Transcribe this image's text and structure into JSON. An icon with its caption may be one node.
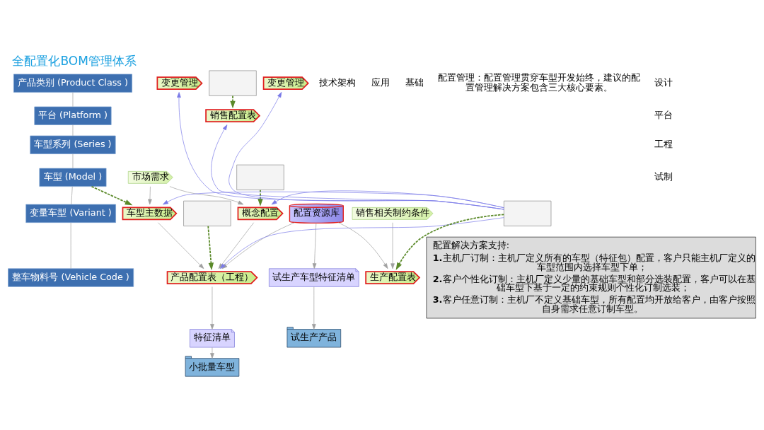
{
  "diagram": {
    "title": "全配置化BOM管理体系",
    "nodes": [
      {
        "text": [
          "市场需求"
        ]
      },
      {
        "text": [
          "概念配置"
        ]
      },
      {
        "text": [
          "车型主数据"
        ]
      },
      {
        "text": [
          "产品配置表（工程）"
        ]
      },
      {
        "text": [
          "销售相关制约条件"
        ]
      },
      {
        "text": [
          "变更管理"
        ]
      },
      {
        "text": [
          "销售配置表"
        ]
      },
      {
        "text": [
          "特征清单"
        ]
      },
      {
        "text": [
          "小批量车型"
        ]
      },
      {
        "text": [
          "生产配置表"
        ]
      },
      {
        "text": [
          "变更管理"
        ]
      },
      {
        "text": [
          "试生产车型特征清单"
        ]
      },
      {
        "text": [
          "试生产产品"
        ]
      },
      {
        "text": [
          "配置资源库"
        ]
      },
      {
        "text": [
          "产品类别 (Product Class )"
        ]
      },
      {
        "text": [
          "平台 (Platform )"
        ]
      },
      {
        "text": [
          "车型系列 (Series )"
        ]
      },
      {
        "text": [
          "车型 (Model )"
        ]
      },
      {
        "text": [
          "变量车型 (Variant )"
        ]
      },
      {
        "text": [
          "整车物料号 (Vehicle Code )"
        ]
      },
      {
        "text": [],
        "shape": "box"
      },
      {
        "text": [],
        "shape": "box"
      },
      {
        "text": [],
        "shape": "box"
      },
      {
        "text": [],
        "shape": "box"
      },
      {
        "text": [
          "配置解决方案支持:",
          "**1.**主机厂订制：主机厂定义所有的车型（特征包）配置，客户只能主机厂定义的车型范围内选择车型下单；",
          "**2.**客户个性化订制：主机厂定义少量的基础车型和部分选装配置，客户可以在基础车型下基于一定的约束规则个性化订制选装；",
          "**3.**客户任意订制：主机厂不定义基础车型，所有配置均开放给客户，由客户按照自身需求任意订制车型。"
        ]
      }
    ],
    "edges": [
      {
        "from": 14,
        "to": 15,
        "arrow": "none"
      },
      {
        "from": 15,
        "to": 16,
        "arrow": "none"
      },
      {
        "from": 16,
        "to": 17,
        "arrow": "none"
      },
      {
        "from": 17,
        "to": 18,
        "arrow": "none"
      },
      {
        "from": 18,
        "to": 19,
        "arrow": "none"
      },
      {
        "from": 20,
        "to": 1,
        "arrow": "to",
        "style": "dashed",
        "color": "#5b8a2a"
      },
      {
        "from": 17,
        "to": 2,
        "arrow": "to",
        "style": "dashed",
        "color": "#5b8a2a"
      },
      {
        "from": 21,
        "to": 3,
        "arrow": "to",
        "style": "dashed",
        "color": "#5b8a2a"
      },
      {
        "from": 22,
        "to": 6,
        "arrow": "to",
        "style": "dashed",
        "color": "#5b8a2a"
      },
      {
        "from": 23,
        "to": 9,
        "arrow": "to",
        "style": "dashed",
        "color": "#5b8a2a"
      },
      {
        "from": 0,
        "to": 1,
        "arrow": "to"
      },
      {
        "from": 0,
        "to": 2,
        "arrow": "to"
      },
      {
        "from": 1,
        "to": 3,
        "arrow": "to"
      },
      {
        "from": 2,
        "to": 3,
        "arrow": "to"
      },
      {
        "from": 3,
        "to": 7,
        "arrow": "to"
      },
      {
        "from": 7,
        "to": 8,
        "arrow": "to"
      },
      {
        "from": 4,
        "to": 9,
        "arrow": "to"
      },
      {
        "from": 13,
        "to": 3,
        "arrow": "to"
      },
      {
        "from": 13,
        "to": 9,
        "arrow": "to"
      },
      {
        "from": 13,
        "to": 11,
        "arrow": "to"
      },
      {
        "from": 11,
        "to": 12,
        "arrow": "to"
      },
      {
        "from": 23,
        "to": 1,
        "arrow": "to",
        "color": "#7b7be8"
      },
      {
        "from": 23,
        "to": 2,
        "arrow": "to",
        "color": "#7b7be8"
      },
      {
        "from": 23,
        "to": 3,
        "arrow": "to",
        "color": "#7b7be8"
      },
      {
        "from": 23,
        "to": 6,
        "arrow": "to",
        "color": "#7b7be8"
      },
      {
        "from": 23,
        "to": 5,
        "arrow": "to",
        "color": "#7b7be8"
      },
      {
        "from": 23,
        "to": 10,
        "arrow": "to",
        "color": "#7b7be8"
      }
    ],
    "labels": [
      "技术架构",
      "应用",
      "基础",
      "配置管理：配置管理贯穿车型开发始终，建议的配置管理解决方案包含三大核心要素。",
      "设计",
      "平台",
      "工程",
      "试制"
    ]
  }
}
